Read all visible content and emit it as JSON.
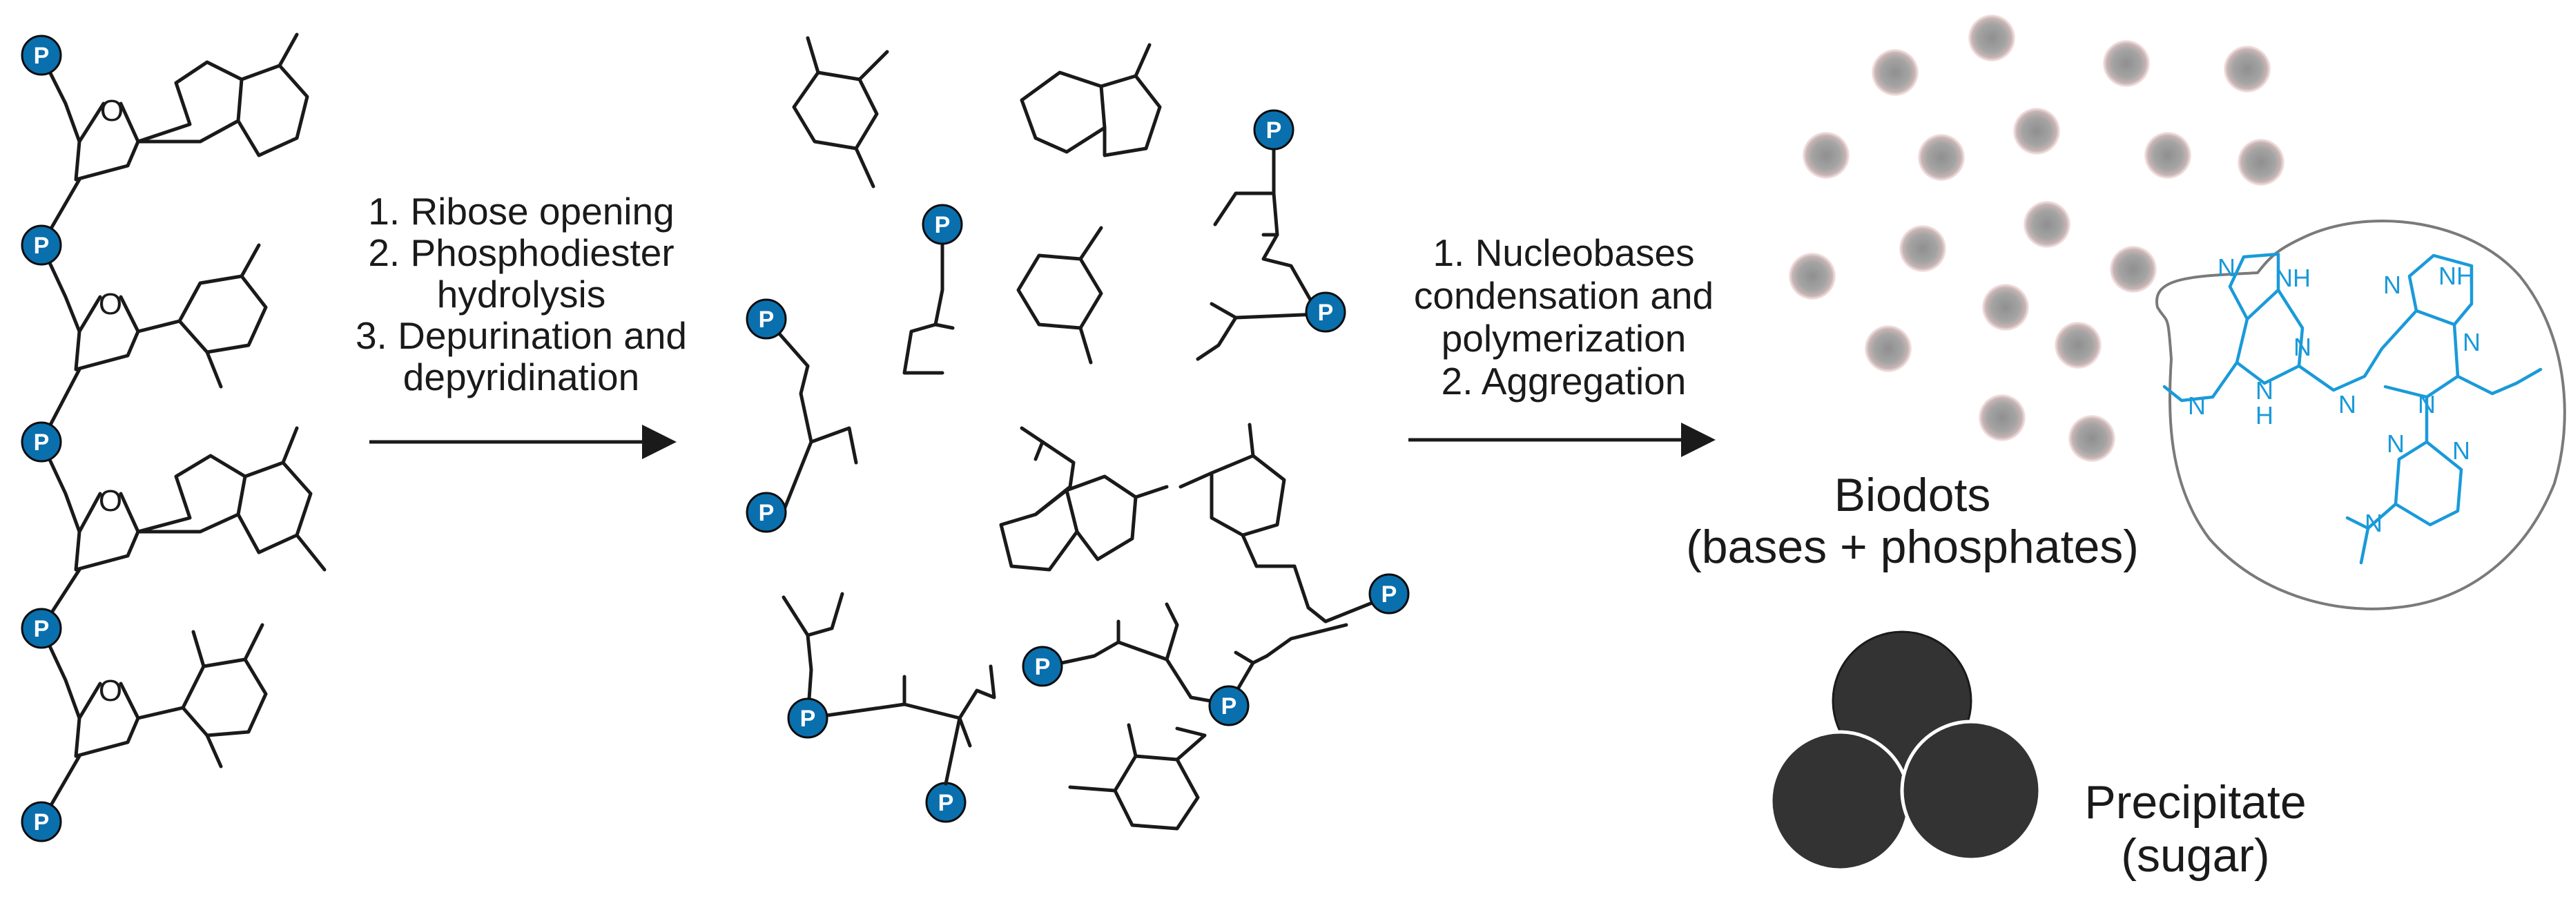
{
  "phosphate_label": "P",
  "ring_oxygen_label": "O",
  "step1": {
    "lines": [
      "1. Ribose opening",
      "2. Phosphodiester",
      "hydrolysis",
      "3. Depurination and",
      "depyridination"
    ]
  },
  "step2": {
    "lines": [
      "1. Nucleobases",
      "condensation and",
      "polymerization",
      "2. Aggregation"
    ]
  },
  "biodots": {
    "title": "Biodots",
    "subtitle": "(bases + phosphates)"
  },
  "precipitate": {
    "title": "Precipitate",
    "subtitle": "(sugar)"
  },
  "structure_atoms": {
    "nh": "NH",
    "n": "N",
    "h": "H"
  },
  "colors": {
    "phosphate": "#0a6fad",
    "structure": "#1a9ad9",
    "precipitate": "#333333",
    "biodot": "#9e9e9e",
    "biodot_rim": "#e8a0a0"
  }
}
